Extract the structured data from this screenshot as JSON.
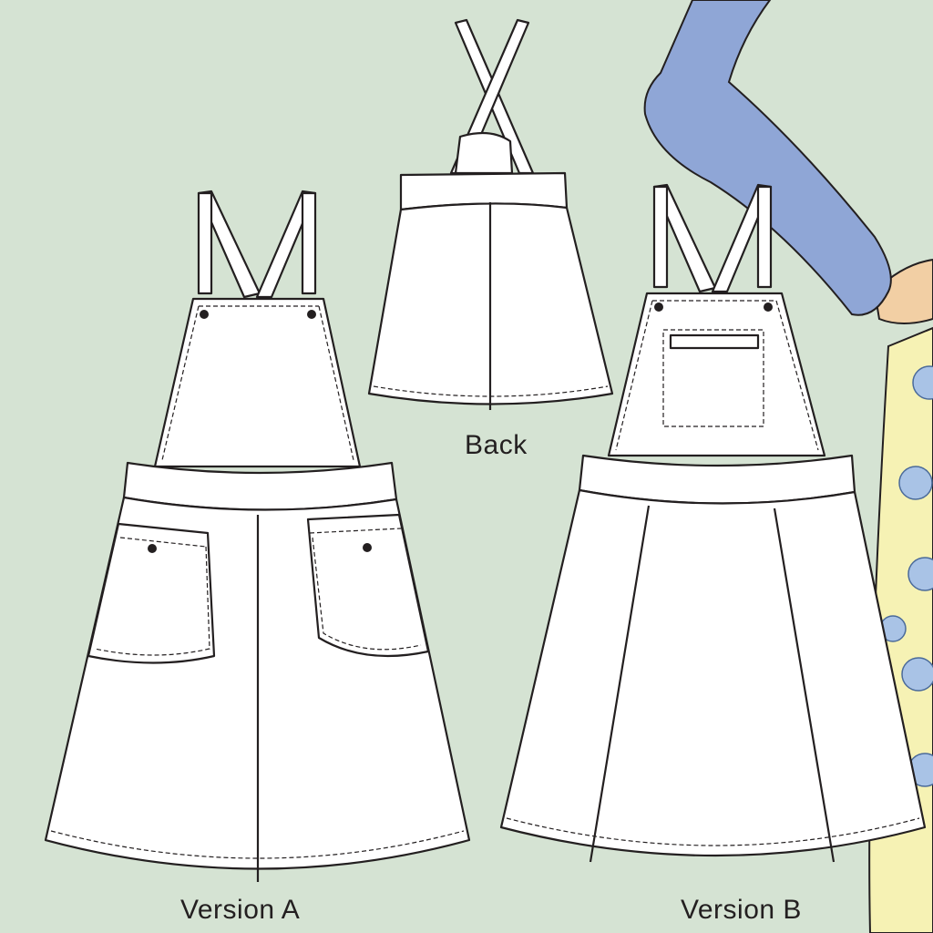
{
  "labels": {
    "back": "Back",
    "version_a": "Version A",
    "version_b": "Version B"
  },
  "colors": {
    "background": "#d5e3d3",
    "garment": "#ffffff",
    "outline": "#231f20",
    "sleeve": "#8fa6d6",
    "skin": "#f2cfa4",
    "dress": "#f6f2b4"
  }
}
